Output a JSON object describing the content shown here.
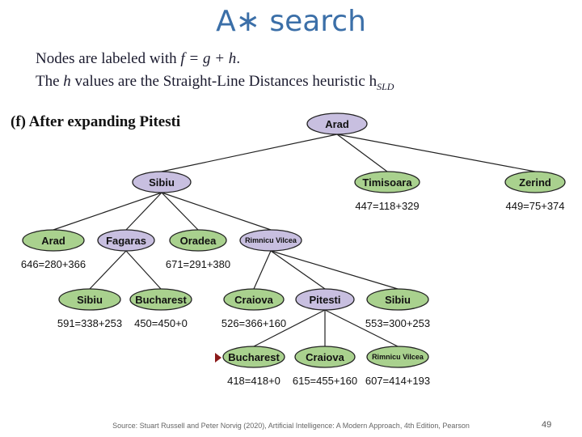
{
  "title": "A∗ search",
  "subtitle": {
    "line1": {
      "prefix": "Nodes are labeled with ",
      "formula": "f = g + h",
      "suffix": "."
    },
    "line2": {
      "prefix": "The ",
      "h": "h",
      "middle": " values are the Straight-Line Distances heuristic ",
      "hsld": "h",
      "sld": "SLD"
    }
  },
  "figure_label": "(f) After expanding Pitesti",
  "colors": {
    "title": "#3b6fa8",
    "expanded_node": "#c8bfe0",
    "frontier_node": "#a9d18e",
    "edge": "#222222"
  },
  "nodes": [
    {
      "id": "arad_root",
      "label": "Arad",
      "f": "",
      "state": "expanded"
    },
    {
      "id": "sibiu",
      "label": "Sibiu",
      "f": "",
      "state": "expanded"
    },
    {
      "id": "timisoara",
      "label": "Timisoara",
      "f": "447=118+329",
      "state": "frontier"
    },
    {
      "id": "zerind",
      "label": "Zerind",
      "f": "449=75+374",
      "state": "frontier"
    },
    {
      "id": "arad2",
      "label": "Arad",
      "f": "646=280+366",
      "state": "frontier"
    },
    {
      "id": "fagaras",
      "label": "Fagaras",
      "f": "",
      "state": "expanded"
    },
    {
      "id": "oradea",
      "label": "Oradea",
      "f": "671=291+380",
      "state": "frontier"
    },
    {
      "id": "rimnicu",
      "label": "Rimnicu Vilcea",
      "f": "",
      "state": "expanded"
    },
    {
      "id": "sibiu2",
      "label": "Sibiu",
      "f": "591=338+253",
      "state": "frontier"
    },
    {
      "id": "bucharest1",
      "label": "Bucharest",
      "f": "450=450+0",
      "state": "frontier"
    },
    {
      "id": "craiova1",
      "label": "Craiova",
      "f": "526=366+160",
      "state": "frontier"
    },
    {
      "id": "pitesti",
      "label": "Pitesti",
      "f": "",
      "state": "expanded"
    },
    {
      "id": "sibiu3",
      "label": "Sibiu",
      "f": "553=300+253",
      "state": "frontier"
    },
    {
      "id": "bucharest2",
      "label": "Bucharest",
      "f": "418=418+0",
      "state": "frontier"
    },
    {
      "id": "craiova2",
      "label": "Craiova",
      "f": "615=455+160",
      "state": "frontier"
    },
    {
      "id": "rimnicu2",
      "label": "Rimnicu Vilcea",
      "f": "607=414+193",
      "state": "frontier"
    }
  ],
  "edges": [
    [
      "arad_root",
      "sibiu"
    ],
    [
      "arad_root",
      "timisoara"
    ],
    [
      "arad_root",
      "zerind"
    ],
    [
      "sibiu",
      "arad2"
    ],
    [
      "sibiu",
      "fagaras"
    ],
    [
      "sibiu",
      "oradea"
    ],
    [
      "sibiu",
      "rimnicu"
    ],
    [
      "fagaras",
      "sibiu2"
    ],
    [
      "fagaras",
      "bucharest1"
    ],
    [
      "rimnicu",
      "craiova1"
    ],
    [
      "rimnicu",
      "pitesti"
    ],
    [
      "rimnicu",
      "sibiu3"
    ],
    [
      "pitesti",
      "bucharest2"
    ],
    [
      "pitesti",
      "craiova2"
    ],
    [
      "pitesti",
      "rimnicu2"
    ]
  ],
  "footer": "Source: Stuart Russell and Peter Norvig (2020), Artificial Intelligence: A Modern Approach, 4th Edition, Pearson",
  "page_number": "49"
}
